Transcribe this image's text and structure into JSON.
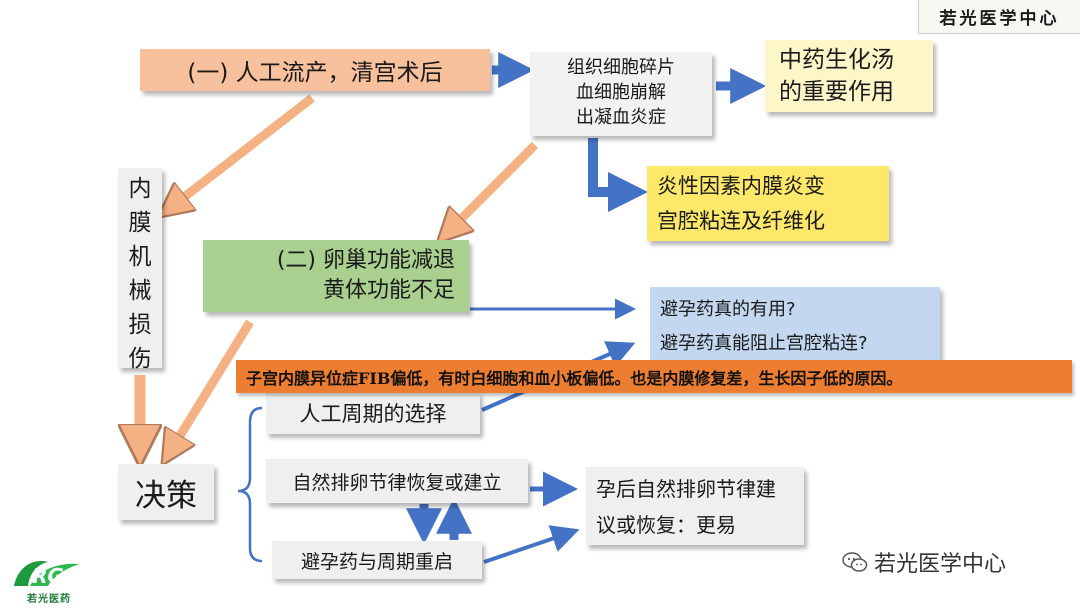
{
  "header_badge": "若光医学中心",
  "nodes": {
    "n1": "(一) 人工流产，清宫术后",
    "n2_lines": [
      "组织细胞碎片",
      "血细胞崩解",
      "出凝血炎症"
    ],
    "n3_lines": [
      "中药生化汤",
      "的重要作用"
    ],
    "n4_lines": [
      "炎性因素内膜炎变",
      "宫腔粘连及纤维化"
    ],
    "n5_lines": [
      "(二) 卵巢功能减退",
      "黄体功能不足"
    ],
    "n6_lines": [
      "避孕药真的有用?",
      "避孕药真能阻止宫腔粘连?"
    ],
    "n7_chars": [
      "内",
      "膜",
      "机",
      "械",
      "损",
      "伤"
    ],
    "n8": "决策",
    "n9": "人工周期的选择",
    "n10": "自然排卵节律恢复或建立",
    "n11": "避孕药与周期重启",
    "n12_lines": [
      "孕后自然排卵节律建",
      "议或恢复：更易"
    ]
  },
  "banner": "子宫内膜异位症FIB偏低，有时白细胞和血小板偏低。也是内膜修复差，生长因子低的原因。",
  "logo": {
    "text": "若光医药",
    "mark": "RG"
  },
  "watermark": "若光医学中心",
  "colors": {
    "orange_node": "#f8c19d",
    "green_node": "#a9d08e",
    "yellow_node": "#fde86a",
    "cream_node": "#fdf6c8",
    "blue_node": "#c3d8f0",
    "gray_node": "#efefef",
    "banner": "#ed7d31",
    "blue_arrow": "#4472c4",
    "salmon_arrow": "#f4b183"
  }
}
